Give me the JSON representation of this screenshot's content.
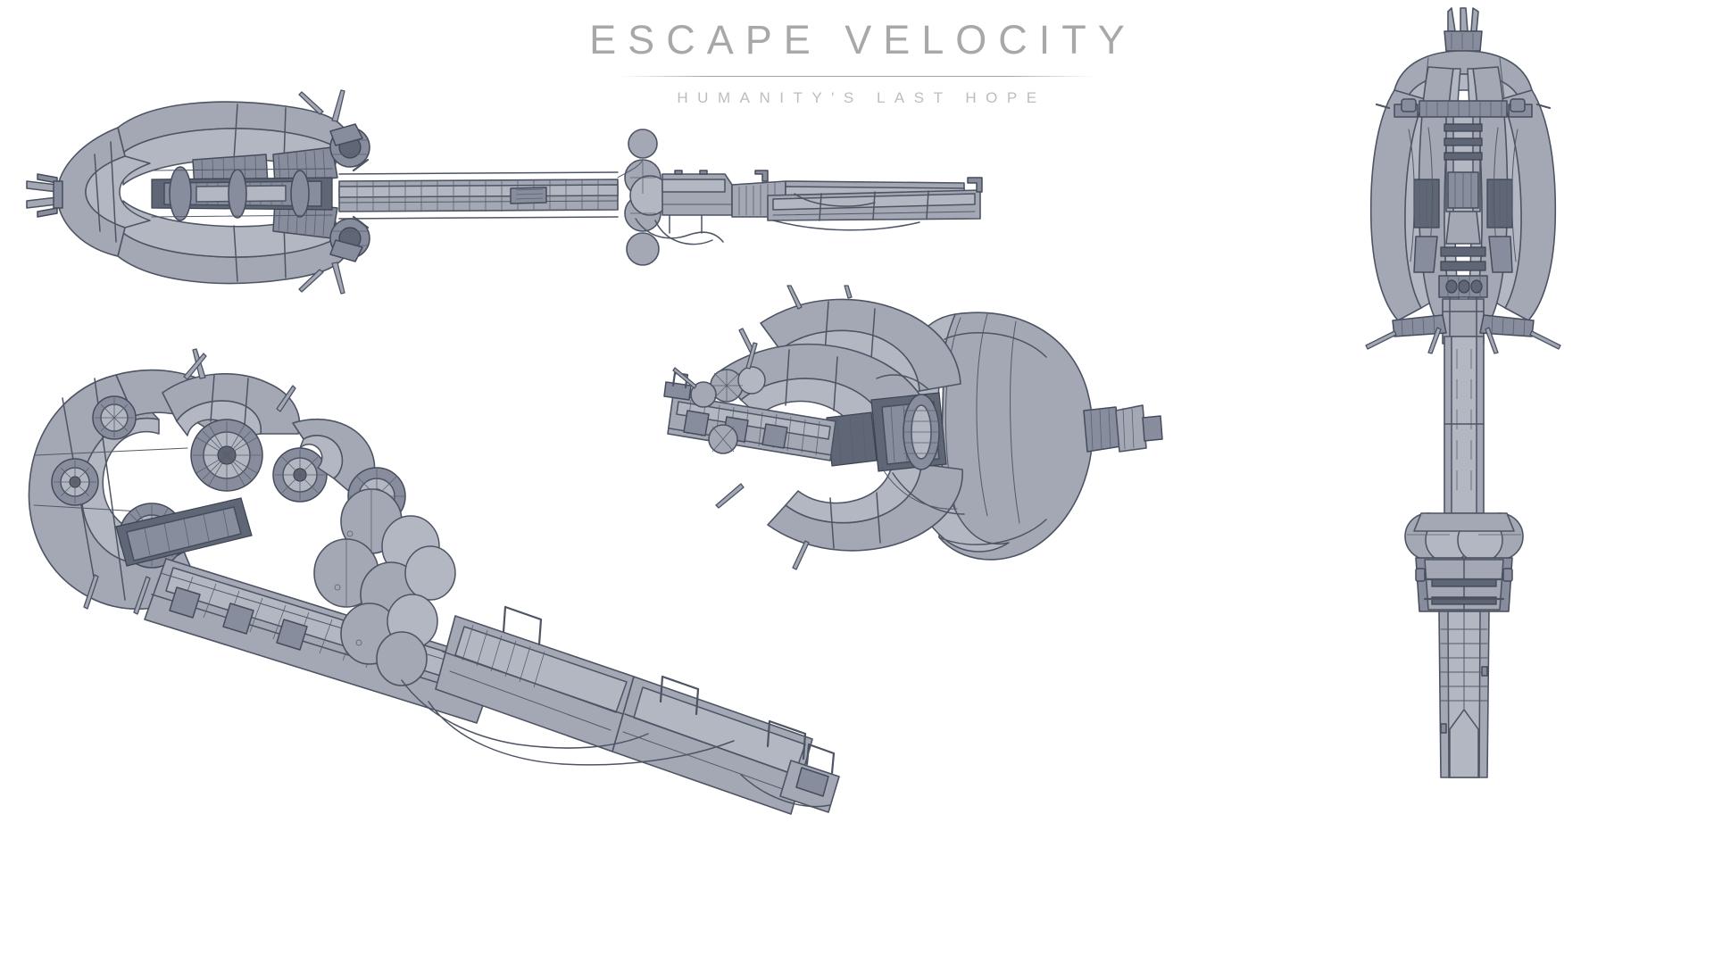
{
  "page": {
    "background_color": "#ffffff",
    "artwork_kind": "spacecraft-concept-sheet"
  },
  "title_block": {
    "main_title": "ESCAPE VELOCITY",
    "subtitle": "HUMANITY'S LAST HOPE",
    "title_color": "#a7a8aa",
    "subtitle_color": "#bcbdc0",
    "divider": true
  },
  "palette": {
    "hull_light": "#b2b7c2",
    "hull_mid": "#a3a8b4",
    "hull_dark": "#878d9c",
    "shadow": "#5f6675",
    "outline": "#4d5463",
    "paper": "#ffffff"
  },
  "views": [
    {
      "id": "view-top-side",
      "name": "top-left-side-profile",
      "position": "upper-left",
      "description": "Side profile of the starship: clamshell engine shroud at left, long central truss spine, mid-ship tank cluster, aft radiator boom at right."
    },
    {
      "id": "view-lower-three-quarter",
      "name": "lower-left-three-quarter",
      "position": "lower-left",
      "description": "Three-quarter rear view showing the radial engine ring with turbine fans, spine truss, spherical propellant tank cluster and the long habitat module with external railings."
    },
    {
      "id": "view-rear-perspective",
      "name": "center-right-rear-perspective",
      "position": "center-right",
      "description": "Foreshortened rear perspective: four curved nacelle arms cradle the large cylindrical main drive; antenna booms project from the forward spine."
    },
    {
      "id": "view-front-elevation",
      "name": "right-front-elevation",
      "position": "far-right",
      "description": "Head-on elevation of the ship: bell-shaped engine cowling with four vertical nacelles over the central spine, tank collar and lower keel."
    }
  ]
}
